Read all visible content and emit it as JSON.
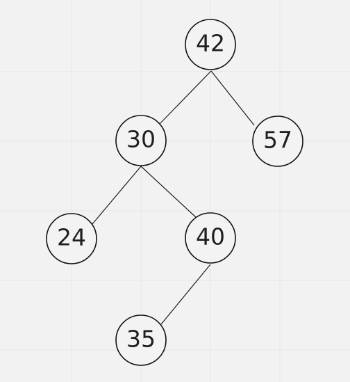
{
  "diagram": {
    "type": "binary-tree",
    "nodes": [
      {
        "id": "n42",
        "value": "42"
      },
      {
        "id": "n30",
        "value": "30"
      },
      {
        "id": "n57",
        "value": "57"
      },
      {
        "id": "n24",
        "value": "24"
      },
      {
        "id": "n40",
        "value": "40"
      },
      {
        "id": "n35",
        "value": "35"
      }
    ],
    "edges": [
      {
        "from": "n42",
        "to": "n30"
      },
      {
        "from": "n42",
        "to": "n57"
      },
      {
        "from": "n30",
        "to": "n24"
      },
      {
        "from": "n30",
        "to": "n40"
      },
      {
        "from": "n40",
        "to": "n35"
      }
    ],
    "grid": true,
    "colors": {
      "background": "#f2f2f2",
      "grid": "#e6e6e6",
      "stroke": "#111111",
      "text": "#1f1f1f"
    }
  }
}
